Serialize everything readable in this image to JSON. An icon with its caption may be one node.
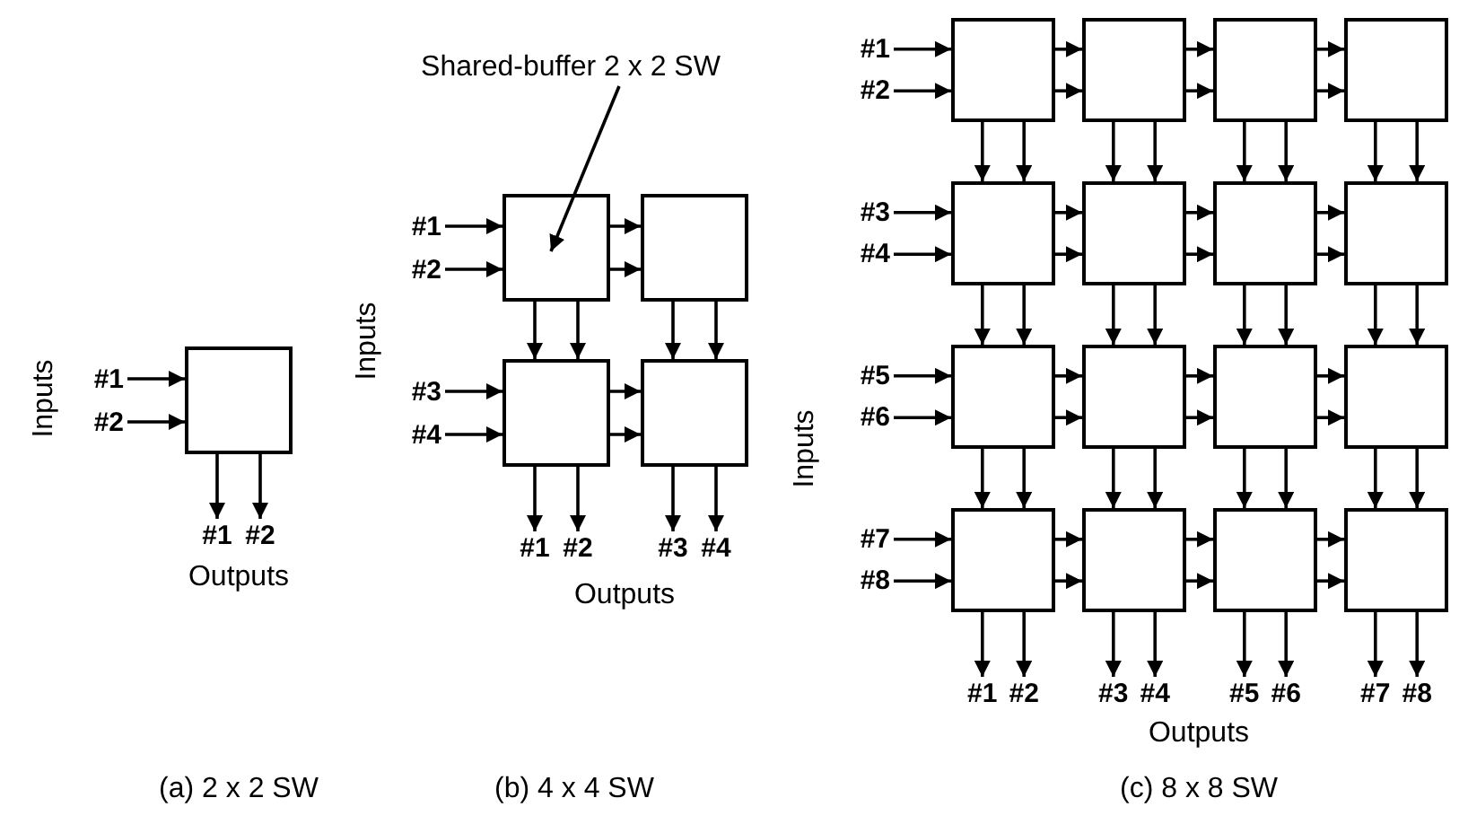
{
  "diagram": {
    "nodes": [
      {
        "text": [
          "#1"
        ]
      },
      {
        "text": [
          "#2"
        ]
      },
      {
        "text": [],
        "shape": "box"
      },
      {
        "text": [
          "#1"
        ]
      },
      {
        "text": [
          "#2"
        ]
      },
      {
        "text": [
          "Shared-buffer 2 x 2 SW"
        ]
      },
      {
        "text": [
          "#1"
        ]
      },
      {
        "text": [
          "#2"
        ]
      },
      {
        "text": [],
        "shape": "box"
      },
      {
        "text": [],
        "shape": "box"
      },
      {
        "text": [
          "#3"
        ]
      },
      {
        "text": [
          "#4"
        ]
      },
      {
        "text": [],
        "shape": "box"
      },
      {
        "text": [],
        "shape": "box"
      },
      {
        "text": [
          "#1"
        ]
      },
      {
        "text": [
          "#2"
        ]
      },
      {
        "text": [
          "#3"
        ]
      },
      {
        "text": [
          "#4"
        ]
      },
      {
        "text": [
          "#1"
        ]
      },
      {
        "text": [
          "#2"
        ]
      },
      {
        "text": [],
        "shape": "box"
      },
      {
        "text": [],
        "shape": "box"
      },
      {
        "text": [],
        "shape": "box"
      },
      {
        "text": [],
        "shape": "box"
      },
      {
        "text": [
          "#3"
        ]
      },
      {
        "text": [
          "#4"
        ]
      },
      {
        "text": [],
        "shape": "box"
      },
      {
        "text": [],
        "shape": "box"
      },
      {
        "text": [],
        "shape": "box"
      },
      {
        "text": [],
        "shape": "box"
      },
      {
        "text": [
          "#5"
        ]
      },
      {
        "text": [
          "#6"
        ]
      },
      {
        "text": [],
        "shape": "box"
      },
      {
        "text": [],
        "shape": "box"
      },
      {
        "text": [],
        "shape": "box"
      },
      {
        "text": [],
        "shape": "box"
      },
      {
        "text": [
          "#7"
        ]
      },
      {
        "text": [
          "#8"
        ]
      },
      {
        "text": [],
        "shape": "box"
      },
      {
        "text": [],
        "shape": "box"
      },
      {
        "text": [],
        "shape": "box"
      },
      {
        "text": [],
        "shape": "box"
      },
      {
        "text": [
          "#1"
        ]
      },
      {
        "text": [
          "#2"
        ]
      },
      {
        "text": [
          "#3"
        ]
      },
      {
        "text": [
          "#4"
        ]
      },
      {
        "text": [
          "#5"
        ]
      },
      {
        "text": [
          "#6"
        ]
      },
      {
        "text": [
          "#7"
        ]
      },
      {
        "text": [
          "#8"
        ]
      }
    ],
    "edges": [
      {
        "from": 0,
        "to": 2,
        "arrow": "to"
      },
      {
        "from": 1,
        "to": 2,
        "arrow": "to"
      },
      {
        "from": 2,
        "to": 3,
        "arrow": "to"
      },
      {
        "from": 2,
        "to": 4,
        "arrow": "to"
      },
      {
        "from": 5,
        "to": 8,
        "arrow": "to"
      },
      {
        "from": 6,
        "to": 8,
        "arrow": "to"
      },
      {
        "from": 7,
        "to": 8,
        "arrow": "to"
      },
      {
        "from": 8,
        "to": 9,
        "arrow": "to"
      },
      {
        "from": 8,
        "to": 9,
        "arrow": "to"
      },
      {
        "from": 8,
        "to": 12,
        "arrow": "to"
      },
      {
        "from": 8,
        "to": 12,
        "arrow": "to"
      },
      {
        "from": 9,
        "to": 13,
        "arrow": "to"
      },
      {
        "from": 9,
        "to": 13,
        "arrow": "to"
      },
      {
        "from": 10,
        "to": 12,
        "arrow": "to"
      },
      {
        "from": 11,
        "to": 12,
        "arrow": "to"
      },
      {
        "from": 12,
        "to": 13,
        "arrow": "to"
      },
      {
        "from": 12,
        "to": 13,
        "arrow": "to"
      },
      {
        "from": 12,
        "to": 14,
        "arrow": "to"
      },
      {
        "from": 12,
        "to": 15,
        "arrow": "to"
      },
      {
        "from": 13,
        "to": 16,
        "arrow": "to"
      },
      {
        "from": 13,
        "to": 17,
        "arrow": "to"
      },
      {
        "from": 18,
        "to": 20,
        "arrow": "to"
      },
      {
        "from": 19,
        "to": 20,
        "arrow": "to"
      },
      {
        "from": 20,
        "to": 21,
        "arrow": "to"
      },
      {
        "from": 20,
        "to": 21,
        "arrow": "to"
      },
      {
        "from": 21,
        "to": 22,
        "arrow": "to"
      },
      {
        "from": 21,
        "to": 22,
        "arrow": "to"
      },
      {
        "from": 22,
        "to": 23,
        "arrow": "to"
      },
      {
        "from": 22,
        "to": 23,
        "arrow": "to"
      },
      {
        "from": 20,
        "to": 26,
        "arrow": "to"
      },
      {
        "from": 20,
        "to": 26,
        "arrow": "to"
      },
      {
        "from": 21,
        "to": 27,
        "arrow": "to"
      },
      {
        "from": 21,
        "to": 27,
        "arrow": "to"
      },
      {
        "from": 22,
        "to": 28,
        "arrow": "to"
      },
      {
        "from": 22,
        "to": 28,
        "arrow": "to"
      },
      {
        "from": 23,
        "to": 29,
        "arrow": "to"
      },
      {
        "from": 23,
        "to": 29,
        "arrow": "to"
      },
      {
        "from": 24,
        "to": 26,
        "arrow": "to"
      },
      {
        "from": 25,
        "to": 26,
        "arrow": "to"
      },
      {
        "from": 26,
        "to": 27,
        "arrow": "to"
      },
      {
        "from": 26,
        "to": 27,
        "arrow": "to"
      },
      {
        "from": 27,
        "to": 28,
        "arrow": "to"
      },
      {
        "from": 27,
        "to": 28,
        "arrow": "to"
      },
      {
        "from": 28,
        "to": 29,
        "arrow": "to"
      },
      {
        "from": 28,
        "to": 29,
        "arrow": "to"
      },
      {
        "from": 26,
        "to": 32,
        "arrow": "to"
      },
      {
        "from": 26,
        "to": 32,
        "arrow": "to"
      },
      {
        "from": 27,
        "to": 33,
        "arrow": "to"
      },
      {
        "from": 27,
        "to": 33,
        "arrow": "to"
      },
      {
        "from": 28,
        "to": 34,
        "arrow": "to"
      },
      {
        "from": 28,
        "to": 34,
        "arrow": "to"
      },
      {
        "from": 29,
        "to": 35,
        "arrow": "to"
      },
      {
        "from": 29,
        "to": 35,
        "arrow": "to"
      },
      {
        "from": 30,
        "to": 32,
        "arrow": "to"
      },
      {
        "from": 31,
        "to": 32,
        "arrow": "to"
      },
      {
        "from": 32,
        "to": 33,
        "arrow": "to"
      },
      {
        "from": 32,
        "to": 33,
        "arrow": "to"
      },
      {
        "from": 33,
        "to": 34,
        "arrow": "to"
      },
      {
        "from": 33,
        "to": 34,
        "arrow": "to"
      },
      {
        "from": 34,
        "to": 35,
        "arrow": "to"
      },
      {
        "from": 34,
        "to": 35,
        "arrow": "to"
      },
      {
        "from": 32,
        "to": 38,
        "arrow": "to"
      },
      {
        "from": 32,
        "to": 38,
        "arrow": "to"
      },
      {
        "from": 33,
        "to": 39,
        "arrow": "to"
      },
      {
        "from": 33,
        "to": 39,
        "arrow": "to"
      },
      {
        "from": 34,
        "to": 40,
        "arrow": "to"
      },
      {
        "from": 34,
        "to": 40,
        "arrow": "to"
      },
      {
        "from": 35,
        "to": 41,
        "arrow": "to"
      },
      {
        "from": 35,
        "to": 41,
        "arrow": "to"
      },
      {
        "from": 36,
        "to": 38,
        "arrow": "to"
      },
      {
        "from": 37,
        "to": 38,
        "arrow": "to"
      },
      {
        "from": 38,
        "to": 39,
        "arrow": "to"
      },
      {
        "from": 38,
        "to": 39,
        "arrow": "to"
      },
      {
        "from": 39,
        "to": 40,
        "arrow": "to"
      },
      {
        "from": 39,
        "to": 40,
        "arrow": "to"
      },
      {
        "from": 40,
        "to": 41,
        "arrow": "to"
      },
      {
        "from": 40,
        "to": 41,
        "arrow": "to"
      },
      {
        "from": 38,
        "to": 42,
        "arrow": "to"
      },
      {
        "from": 38,
        "to": 43,
        "arrow": "to"
      },
      {
        "from": 39,
        "to": 44,
        "arrow": "to"
      },
      {
        "from": 39,
        "to": 45,
        "arrow": "to"
      },
      {
        "from": 40,
        "to": 46,
        "arrow": "to"
      },
      {
        "from": 40,
        "to": 47,
        "arrow": "to"
      },
      {
        "from": 41,
        "to": 48,
        "arrow": "to"
      },
      {
        "from": 41,
        "to": 49,
        "arrow": "to"
      }
    ],
    "labels": [
      "Inputs",
      "Outputs",
      "Inputs",
      "Outputs",
      "Inputs",
      "Outputs",
      "(a) 2 x 2 SW",
      "(b) 4 x 4 SW",
      "(c) 8 x 8 SW"
    ]
  }
}
